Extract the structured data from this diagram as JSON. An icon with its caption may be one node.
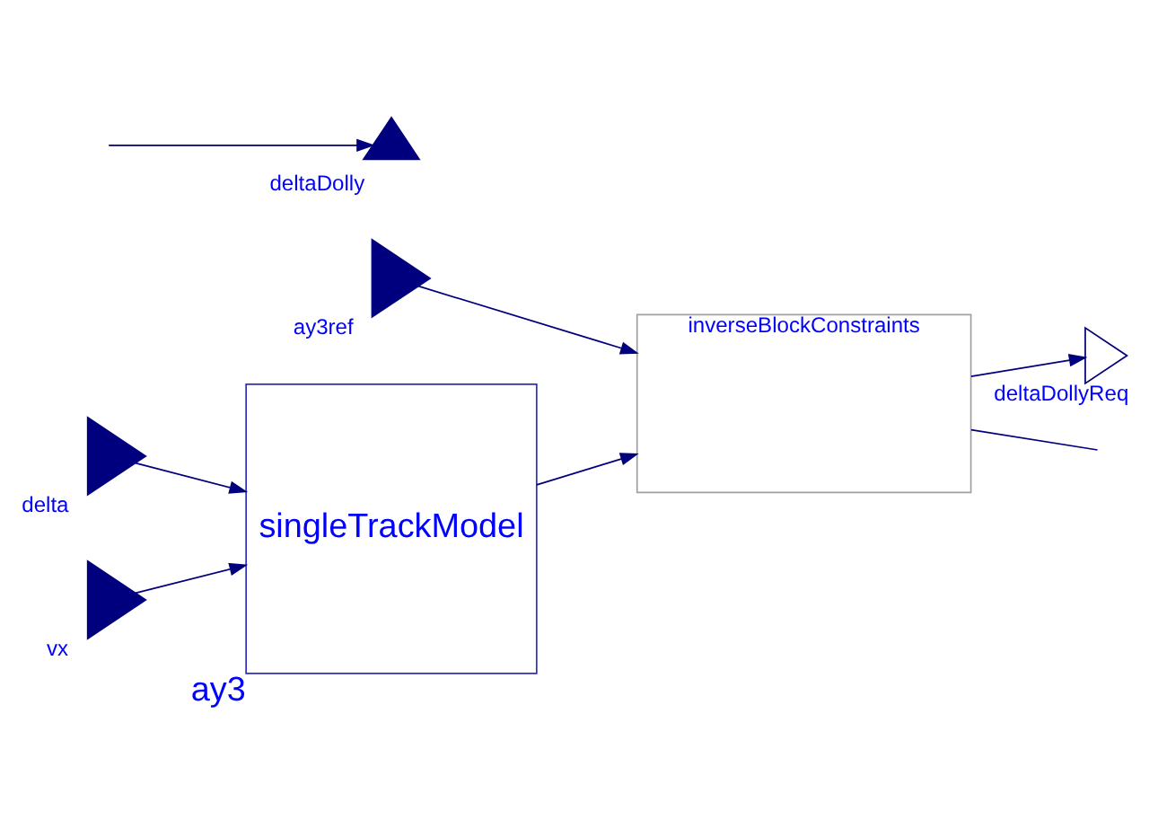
{
  "diagram": {
    "nodes": [
      {
        "text": [
          "inverseBlockConstraints"
        ]
      },
      {
        "text": [
          "ay3ref"
        ]
      },
      {
        "text": [
          "delta"
        ]
      },
      {
        "text": [
          "vx"
        ]
      },
      {
        "text": [
          "singleTrackModel"
        ],
        "beside": [
          "ay3"
        ]
      },
      {
        "text": [
          "deltaDollyReq"
        ]
      },
      {
        "text": [
          "deltaDolly"
        ]
      }
    ],
    "edges": [
      {
        "from": 1,
        "to": 0,
        "arrow": "to"
      },
      {
        "from": 4,
        "to": 0,
        "arrow": "to"
      },
      {
        "from": 2,
        "to": 4,
        "arrow": "to"
      },
      {
        "from": 3,
        "to": 4,
        "arrow": "to"
      },
      {
        "from": 0,
        "to": 5,
        "arrow": "to"
      },
      {
        "from": 0,
        "to": null,
        "arrow": "none"
      },
      {
        "from": null,
        "to": 6,
        "arrow": "to"
      }
    ]
  }
}
